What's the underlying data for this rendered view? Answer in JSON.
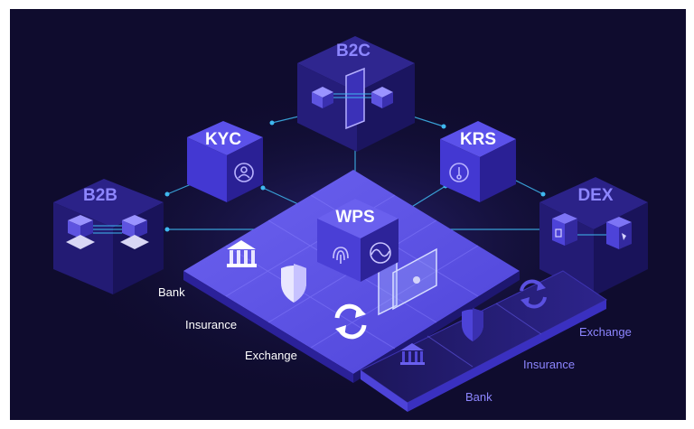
{
  "nodes": {
    "b2c": "B2C",
    "kyc": "KYC",
    "krs": "KRS",
    "b2b": "B2B",
    "dex": "DEX",
    "wps": "WPS"
  },
  "platform_labels": {
    "bank": "Bank",
    "insurance": "Insurance",
    "exchange": "Exchange"
  },
  "lower_labels": {
    "exchange": "Exchange",
    "insurance": "Insurance",
    "bank": "Bank"
  },
  "colors": {
    "background": "#0f0c2e",
    "platform_top": "#5c52e6",
    "cube_front": "#4437d6",
    "cube_side": "#2a1f8f",
    "connector": "#3fb8f0",
    "label_white": "#ffffff",
    "label_accent": "#8d86ff"
  },
  "icons": [
    "bank-icon",
    "shield-icon",
    "exchange-icon",
    "user-icon",
    "thermometer-icon",
    "fingerprint-icon",
    "wave-icon",
    "lock-icon",
    "tag-icon"
  ]
}
